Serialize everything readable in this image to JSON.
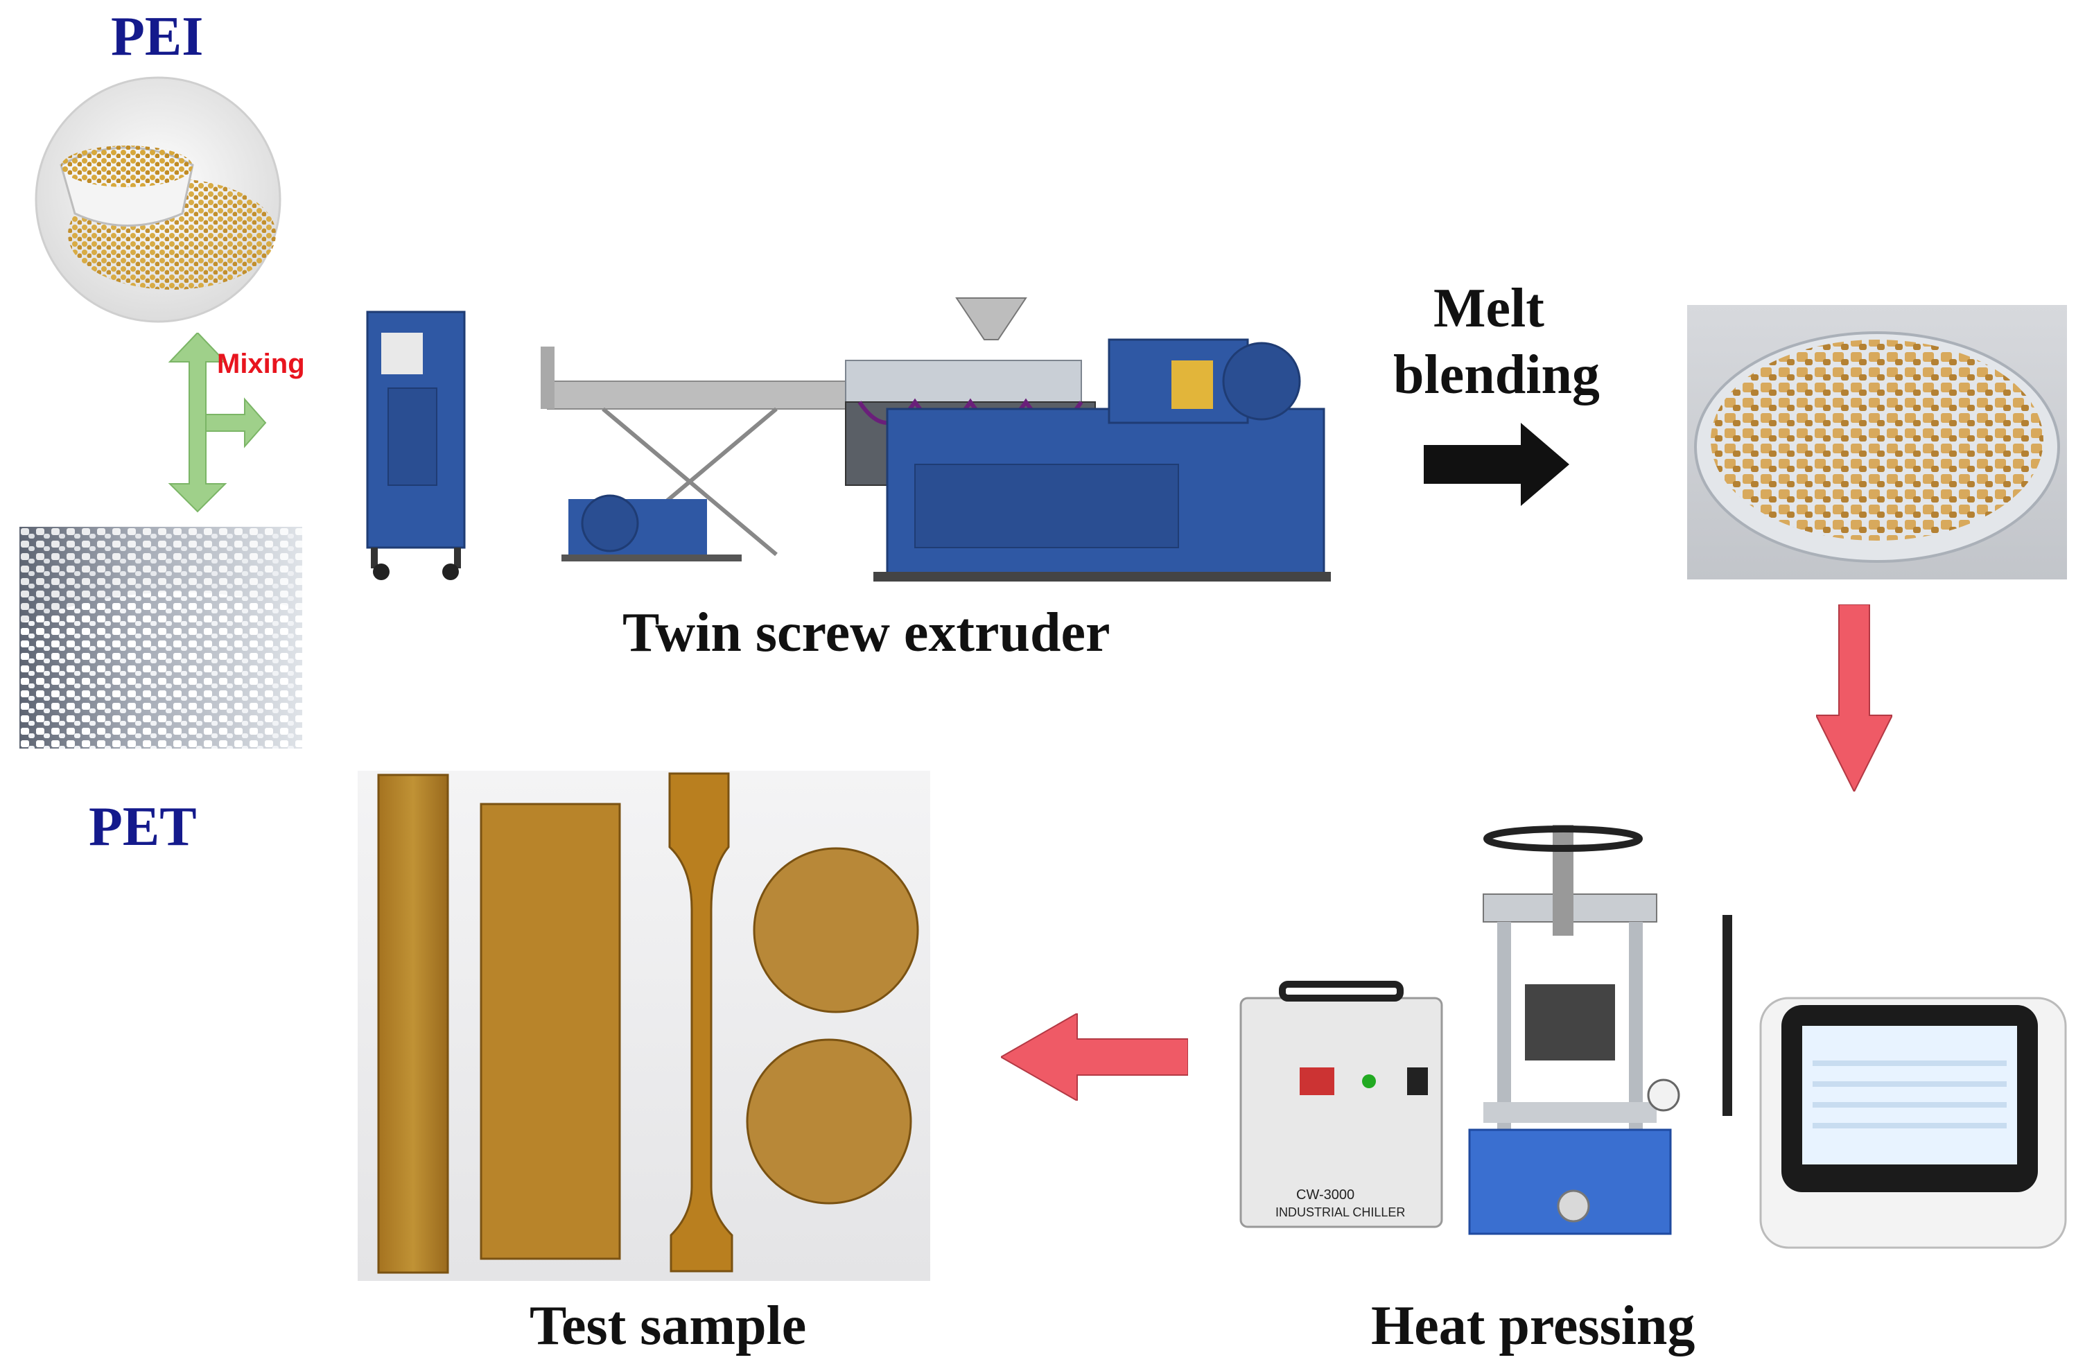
{
  "labels": {
    "pei": "PEI",
    "pet": "PET",
    "mixing": "Mixing",
    "extruder": "Twin screw extruder",
    "melt_line1": "Melt",
    "melt_line2": "blending",
    "heat_pressing": "Heat pressing",
    "test_sample": "Test sample"
  },
  "equipment_text": {
    "chiller_model": "CW-3000",
    "chiller_name": "INDUSTRIAL CHILLER"
  },
  "colors": {
    "title_blue": "#141a8c",
    "mixing_red": "#e8141e",
    "mixing_arrow": "#9fd08a",
    "flow_arrow_red": "#ef5a66",
    "flow_arrow_black": "#111111",
    "machine_blue": "#2f58a4",
    "pellet_gold": "#c89a45",
    "sample_amber": "#b9862a"
  },
  "icons": {
    "mixing_arrow": "t-junction-arrow-icon",
    "process_arrow": "right-arrow-icon"
  }
}
